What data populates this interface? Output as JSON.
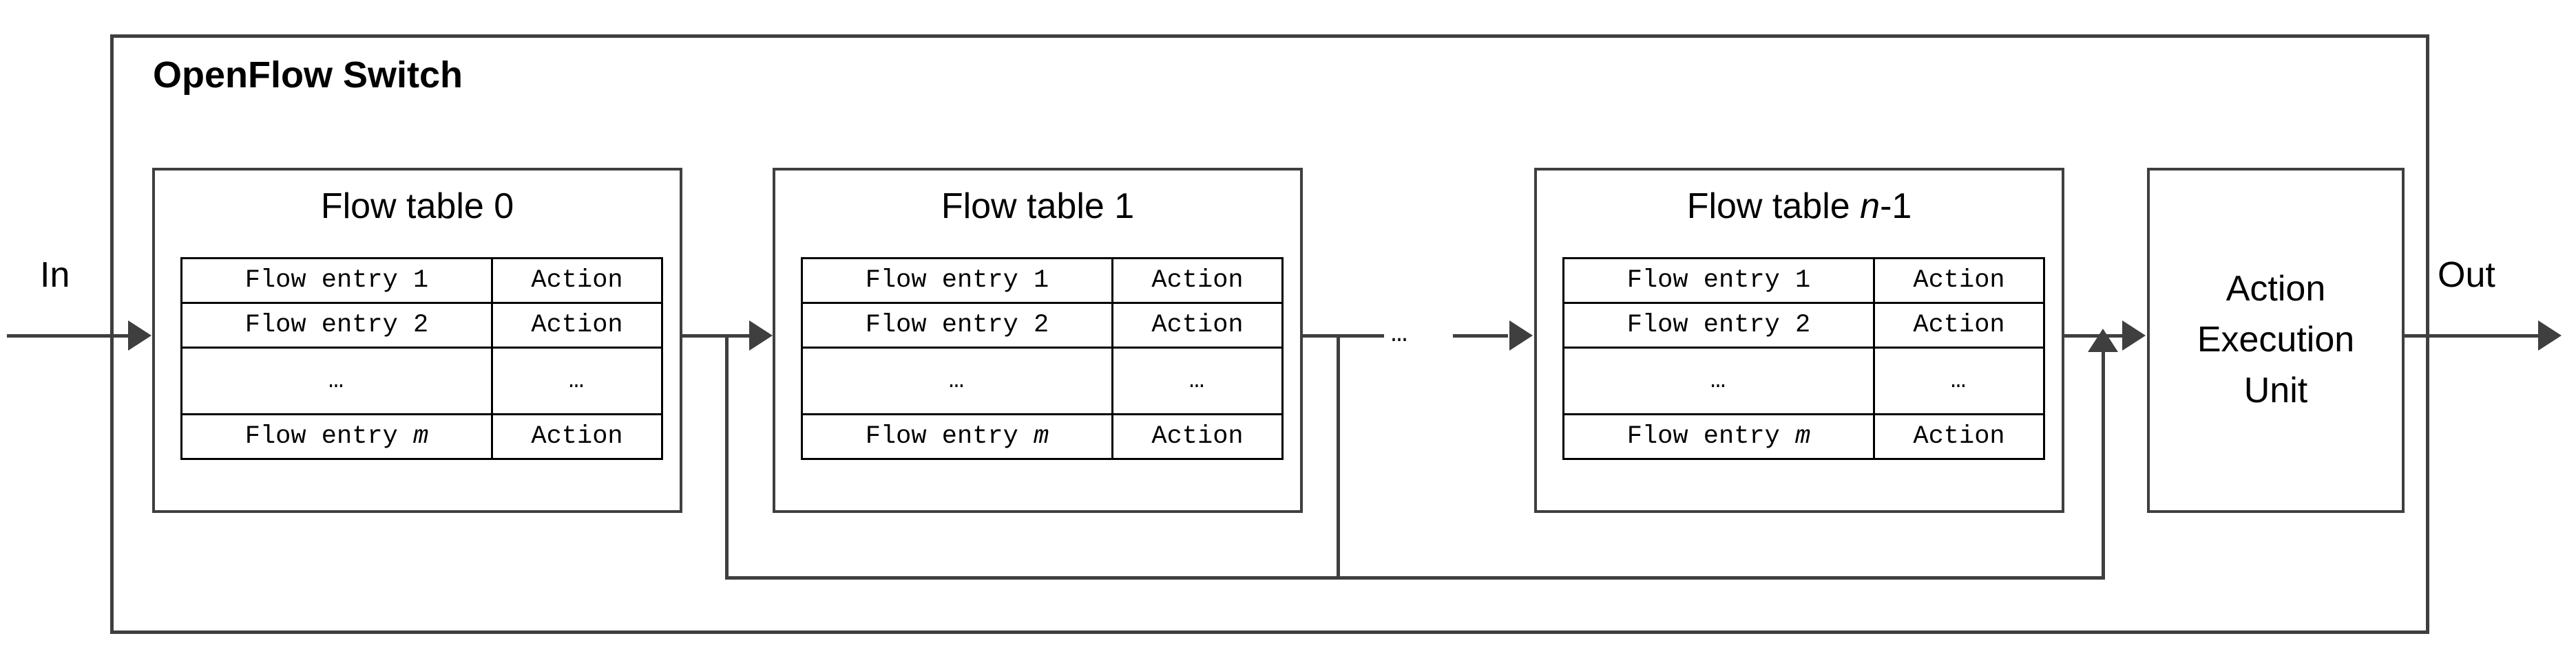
{
  "diagram": {
    "title": "OpenFlow Switch",
    "in_label": "In",
    "out_label": "Out",
    "ellipsis_between_tables": "…"
  },
  "flow_tables": [
    {
      "id": "flow-table-0",
      "title_prefix": "Flow table ",
      "title_index": "0",
      "title_italic": "",
      "rows": [
        {
          "entry": "Flow entry 1",
          "entry_italic": "",
          "action": "Action"
        },
        {
          "entry": "Flow entry 2",
          "entry_italic": "",
          "action": "Action"
        },
        {
          "entry": "…",
          "entry_italic": "",
          "action": "…"
        },
        {
          "entry": "Flow entry ",
          "entry_italic": "m",
          "action": "Action"
        }
      ]
    },
    {
      "id": "flow-table-1",
      "title_prefix": "Flow table ",
      "title_index": "1",
      "title_italic": "",
      "rows": [
        {
          "entry": "Flow entry 1",
          "entry_italic": "",
          "action": "Action"
        },
        {
          "entry": "Flow entry 2",
          "entry_italic": "",
          "action": "Action"
        },
        {
          "entry": "…",
          "entry_italic": "",
          "action": "…"
        },
        {
          "entry": "Flow entry ",
          "entry_italic": "m",
          "action": "Action"
        }
      ]
    },
    {
      "id": "flow-table-n-1",
      "title_prefix": "Flow table ",
      "title_index": "-1",
      "title_italic": "n",
      "rows": [
        {
          "entry": "Flow entry 1",
          "entry_italic": "",
          "action": "Action"
        },
        {
          "entry": "Flow entry 2",
          "entry_italic": "",
          "action": "Action"
        },
        {
          "entry": "…",
          "entry_italic": "",
          "action": "…"
        },
        {
          "entry": "Flow entry ",
          "entry_italic": "m",
          "action": "Action"
        }
      ]
    }
  ],
  "action_execution_unit": {
    "line1": "Action",
    "line2": "Execution",
    "line3": "Unit"
  },
  "colors": {
    "frame": "#3f3f3f",
    "grid": "#000000",
    "text": "#000000",
    "background": "#ffffff"
  }
}
